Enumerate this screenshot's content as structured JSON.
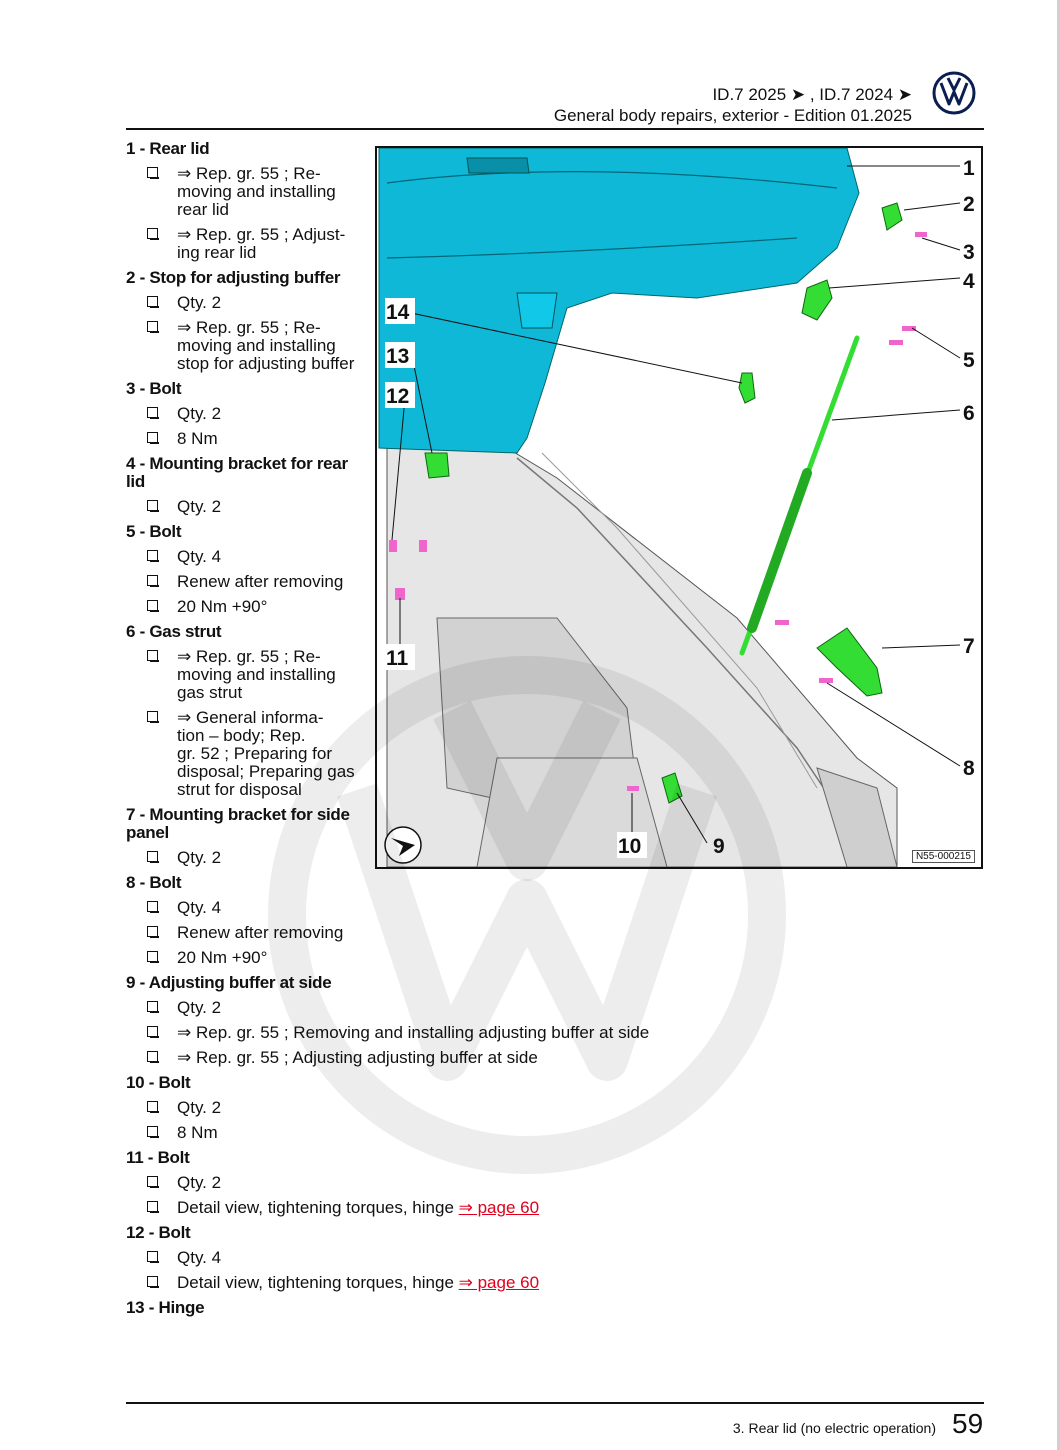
{
  "header": {
    "line1": "ID.7 2025 ➤ , ID.7 2024 ➤",
    "line2": "General body repairs, exterior - Edition 01.2025"
  },
  "items": [
    {
      "title": "1 - Rear lid",
      "bullets": [
        {
          "lines": [
            "⇒  Rep. gr.  55 ; Re-",
            "moving and installing",
            "rear lid"
          ]
        },
        {
          "lines": [
            "⇒  Rep. gr.  55 ; Adjust-",
            "ing rear lid"
          ]
        }
      ]
    },
    {
      "title": "2 - Stop for adjusting buffer",
      "bullets": [
        {
          "lines": [
            "Qty. 2"
          ]
        },
        {
          "lines": [
            "⇒  Rep. gr.  55 ; Re-",
            "moving and installing",
            "stop for adjusting buffer"
          ]
        }
      ]
    },
    {
      "title": "3 - Bolt",
      "bullets": [
        {
          "lines": [
            "Qty. 2"
          ]
        },
        {
          "lines": [
            "8 Nm"
          ]
        }
      ]
    },
    {
      "title": "4 - Mounting bracket for rear lid",
      "bullets": [
        {
          "lines": [
            "Qty. 2"
          ]
        }
      ]
    },
    {
      "title": "5 - Bolt",
      "bullets": [
        {
          "lines": [
            "Qty. 4"
          ]
        },
        {
          "lines": [
            "Renew after removing"
          ]
        },
        {
          "lines": [
            "20 Nm +90°"
          ]
        }
      ]
    },
    {
      "title": "6 - Gas strut",
      "bullets": [
        {
          "lines": [
            "⇒  Rep. gr.  55 ; Re-",
            "moving and installing",
            "gas strut"
          ]
        },
        {
          "lines": [
            "⇒  General informa-",
            "tion – body; Rep.",
            "gr.  52 ; Preparing for",
            "disposal; Preparing gas",
            "strut for disposal"
          ]
        }
      ]
    },
    {
      "title": "7 - Mounting bracket for side panel",
      "bullets": [
        {
          "lines": [
            "Qty. 2"
          ]
        }
      ]
    },
    {
      "title": "8 - Bolt",
      "bullets": [
        {
          "lines": [
            "Qty. 4"
          ]
        },
        {
          "lines": [
            "Renew after removing"
          ]
        },
        {
          "lines": [
            "20 Nm +90°"
          ]
        }
      ]
    },
    {
      "title": "9 - Adjusting buffer at side",
      "bullets": [
        {
          "lines": [
            "Qty. 2"
          ]
        },
        {
          "lines": [
            "⇒  Rep. gr.  55 ; Removing and installing adjusting buffer at side"
          ]
        },
        {
          "lines": [
            "⇒  Rep. gr.  55 ; Adjusting adjusting buffer at side"
          ]
        }
      ]
    },
    {
      "title": "10 - Bolt",
      "bullets": [
        {
          "lines": [
            "Qty. 2"
          ]
        },
        {
          "lines": [
            "8 Nm"
          ]
        }
      ]
    },
    {
      "title": "11 - Bolt",
      "bullets": [
        {
          "lines": [
            "Qty. 2"
          ]
        },
        {
          "lines": [
            "Detail view, tightening torques, hinge "
          ],
          "link": "⇒ page 60"
        }
      ]
    },
    {
      "title": "12 - Bolt",
      "bullets": [
        {
          "lines": [
            "Qty. 4"
          ]
        },
        {
          "lines": [
            "Detail view, tightening torques, hinge "
          ],
          "link": "⇒ page 60"
        }
      ]
    },
    {
      "title": "13 - Hinge",
      "bullets": []
    }
  ],
  "figure": {
    "id": "N55-000215",
    "callouts_right": [
      "1",
      "2",
      "3",
      "4",
      "5",
      "6",
      "7",
      "8",
      "9"
    ],
    "callouts_left": [
      "14",
      "13",
      "12",
      "11",
      "10"
    ]
  },
  "footer": {
    "section": "3. Rear lid (no electric operation)",
    "page": "59"
  },
  "colors": {
    "lid": "#10b8d8",
    "parts": "#33dd33",
    "bolts": "#ee66cc",
    "link": "#e0001b"
  }
}
